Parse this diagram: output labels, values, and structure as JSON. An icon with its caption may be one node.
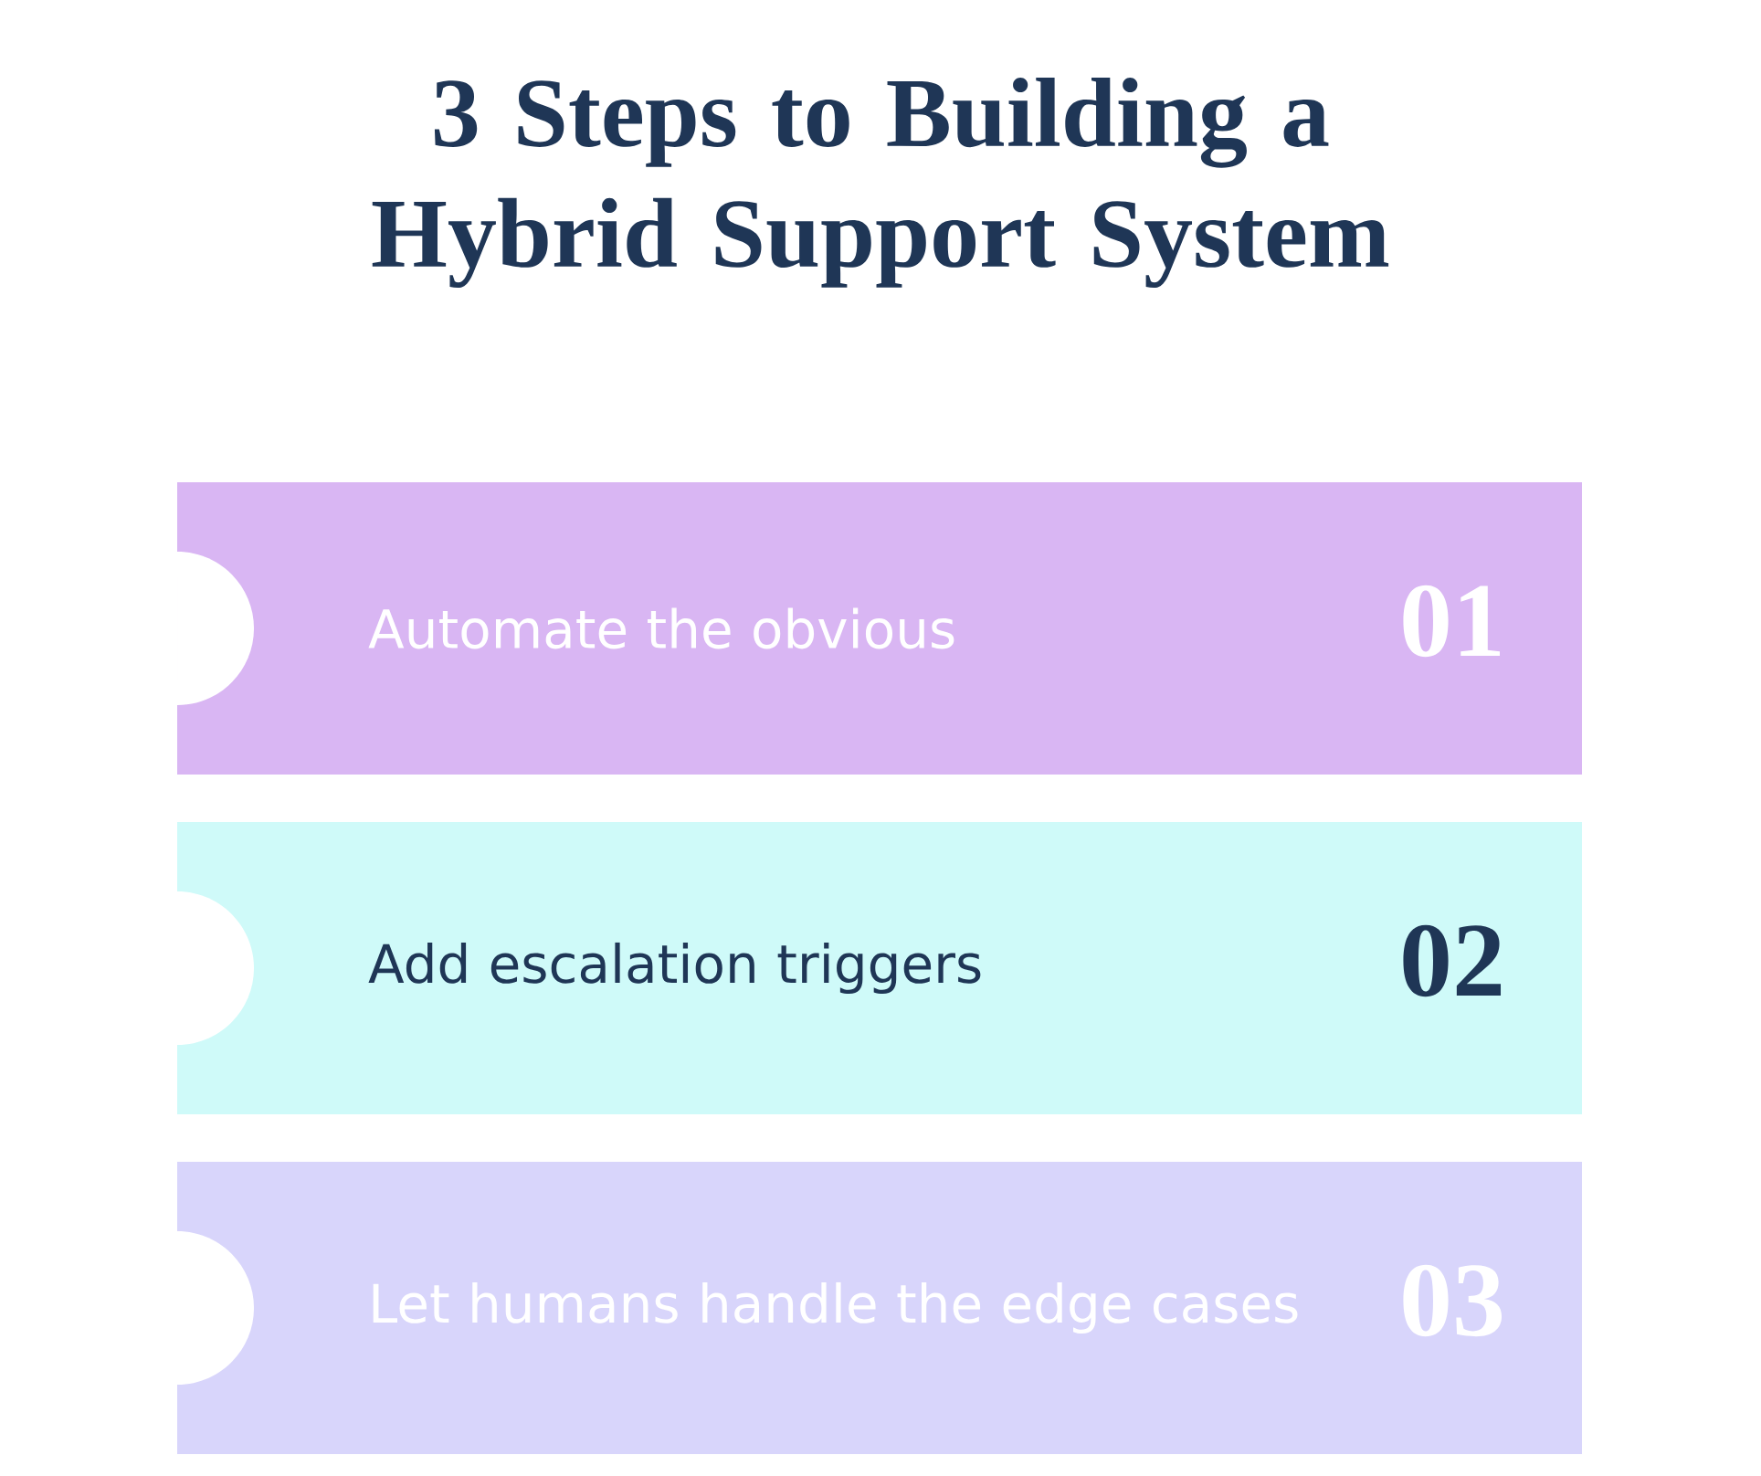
{
  "diagram": {
    "title": "3 Steps to Building a Hybrid Support System",
    "nodes": [
      {
        "text": [
          "Automate the obvious",
          "01"
        ]
      },
      {
        "text": [
          "Add escalation triggers",
          "02"
        ]
      },
      {
        "text": [
          "Let humans handle the edge cases",
          "03"
        ]
      }
    ]
  }
}
